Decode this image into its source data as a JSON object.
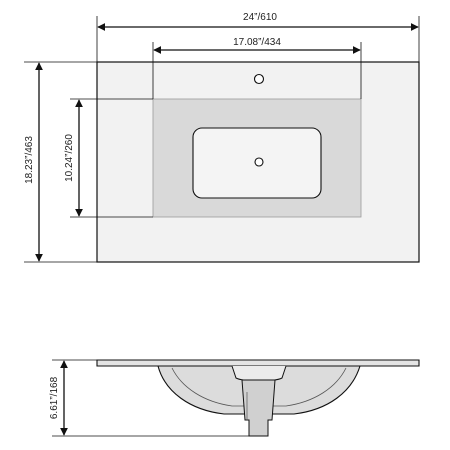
{
  "dimensions": {
    "overall_width": "24”/610",
    "basin_width": "17.08”/434",
    "overall_depth": "18.23”/463",
    "basin_depth": "10.24”/260",
    "height": "6.61”/168"
  },
  "colors": {
    "line": "#111111",
    "countertop_fill": "#f2f2f2",
    "basin_fill": "#d9d9d9",
    "bowl_fill": "#f4f4f4",
    "side_fill": "#dcdcdc"
  }
}
